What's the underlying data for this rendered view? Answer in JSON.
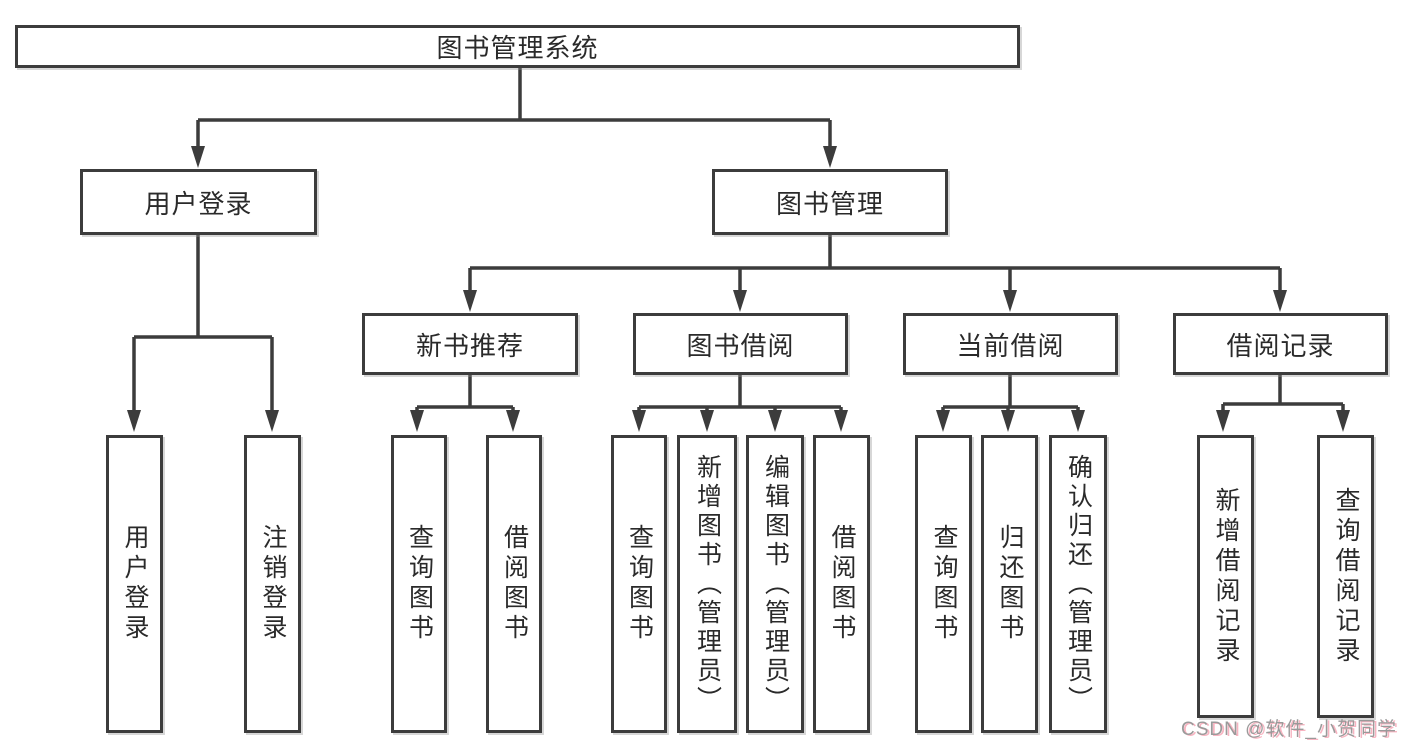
{
  "diagram": {
    "title": "图书管理系统",
    "type": "hierarchy-tree",
    "colors": {
      "line": "#3c3c3c",
      "box_border": "#3c3c3c",
      "box_fill": "#ffffff",
      "text": "#2a2a2a",
      "watermark_text": "#9a9a9a",
      "watermark_shadow": "#f48ca0"
    },
    "nodes": {
      "root": "图书管理系统",
      "user_login": "用户登录",
      "book_mgmt": "图书管理",
      "new_book_rec": "新书推荐",
      "book_borrow": "图书借阅",
      "current_borrow": "当前借阅",
      "borrow_records": "借阅记录",
      "ul_user_login": "用户登录",
      "ul_logout": "注销登录",
      "nbr_query_book": "查询图书",
      "nbr_borrow_book": "借阅图书",
      "bb_query_book": "查询图书",
      "bb_add_book": "新增图书（管理员）",
      "bb_edit_book": "编辑图书（管理员）",
      "bb_borrow_book": "借阅图书",
      "cb_query_book": "查询图书",
      "cb_return_book": "归还图书",
      "cb_confirm_return": "确认归还（管理员）",
      "br_add_record": "新增借阅记录",
      "br_query_record": "查询借阅记录"
    },
    "edges": [
      "root->user_login",
      "root->book_mgmt",
      "user_login->ul_user_login",
      "user_login->ul_logout",
      "book_mgmt->new_book_rec",
      "book_mgmt->book_borrow",
      "book_mgmt->current_borrow",
      "book_mgmt->borrow_records",
      "new_book_rec->nbr_query_book",
      "new_book_rec->nbr_borrow_book",
      "book_borrow->bb_query_book",
      "book_borrow->bb_add_book",
      "book_borrow->bb_edit_book",
      "book_borrow->bb_borrow_book",
      "current_borrow->cb_query_book",
      "current_borrow->cb_return_book",
      "current_borrow->cb_confirm_return",
      "borrow_records->br_add_record",
      "borrow_records->br_query_record"
    ],
    "watermark": "CSDN @软件_小贺同学"
  }
}
